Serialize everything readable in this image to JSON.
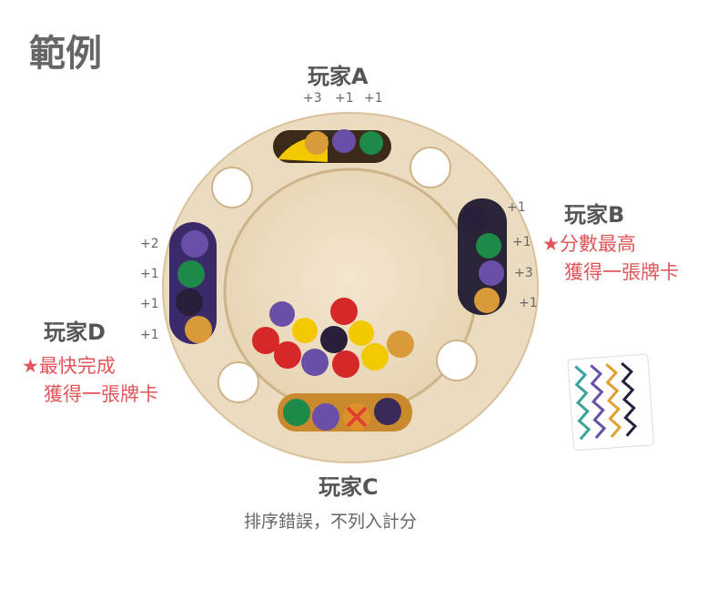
{
  "title": "範例",
  "players": {
    "a": {
      "name": "玩家A",
      "points": [
        "+3",
        "+1",
        "+1"
      ]
    },
    "b": {
      "name": "玩家B",
      "points": [
        "+1",
        "+1",
        "+3",
        "+1"
      ],
      "star": "★",
      "note_line1": "分數最高",
      "note_line2": "獲得一張牌卡"
    },
    "c": {
      "name": "玩家C",
      "note": "排序錯誤，不列入計分"
    },
    "d": {
      "name": "玩家D",
      "points": [
        "+2",
        "+1",
        "+1",
        "+1"
      ],
      "star": "★",
      "note_line1": "最快完成",
      "note_line2": "獲得一張牌卡"
    }
  },
  "colors": {
    "accent_red": "#e0555a",
    "text_gray": "#555555"
  }
}
